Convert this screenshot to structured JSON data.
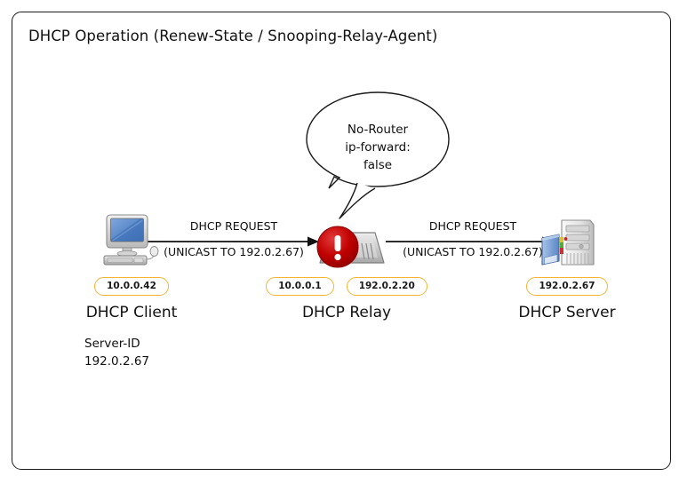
{
  "diagram": {
    "title": "DHCP Operation (Renew-State / Snooping-Relay-Agent)",
    "callout": {
      "line1": "No-Router",
      "line2": "ip-forward:",
      "line3": "false"
    },
    "nodes": [
      {
        "id": "client",
        "label": "DHCP Client",
        "icon": "desktop-computer-icon",
        "badges": [
          "10.0.0.42"
        ]
      },
      {
        "id": "relay",
        "label": "DHCP Relay",
        "icon": "network-device-icon",
        "overlay_icon": "error-alert-icon",
        "badges": [
          "10.0.0.1",
          "192.0.2.20"
        ]
      },
      {
        "id": "server",
        "label": "DHCP Server",
        "icon": "server-tower-icon",
        "badges": [
          "192.0.2.67"
        ]
      }
    ],
    "arrows": [
      {
        "id": "client-to-relay",
        "top_label": "DHCP REQUEST",
        "bottom_label": "(UNICAST TO 192.0.2.67)"
      },
      {
        "id": "relay-to-server",
        "top_label": "DHCP REQUEST",
        "bottom_label": "(UNICAST TO 192.0.2.67)"
      }
    ],
    "note": {
      "line1": "Server-ID",
      "line2": "192.0.2.67"
    },
    "colors": {
      "badge_border": "#f5b335",
      "alert_red": "#c00000",
      "border": "#1a1a1a",
      "text": "#111111",
      "background": "#ffffff"
    }
  }
}
